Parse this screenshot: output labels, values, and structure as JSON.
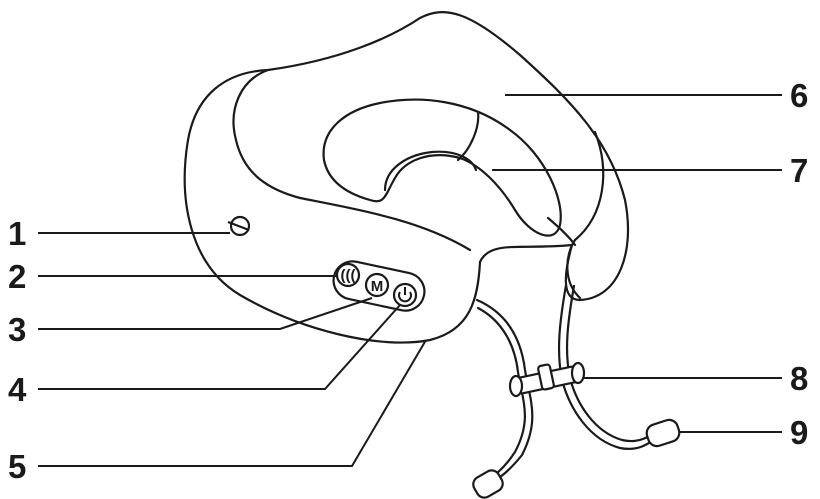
{
  "callouts": [
    {
      "id": "1",
      "label": "1"
    },
    {
      "id": "2",
      "label": "2"
    },
    {
      "id": "3",
      "label": "3"
    },
    {
      "id": "4",
      "label": "4"
    },
    {
      "id": "5",
      "label": "5"
    },
    {
      "id": "6",
      "label": "6"
    },
    {
      "id": "7",
      "label": "7"
    },
    {
      "id": "8",
      "label": "8"
    },
    {
      "id": "9",
      "label": "9"
    }
  ],
  "control_panel": {
    "level_glyph": "(((",
    "mode_glyph": "M",
    "power_icon": "power-icon"
  }
}
